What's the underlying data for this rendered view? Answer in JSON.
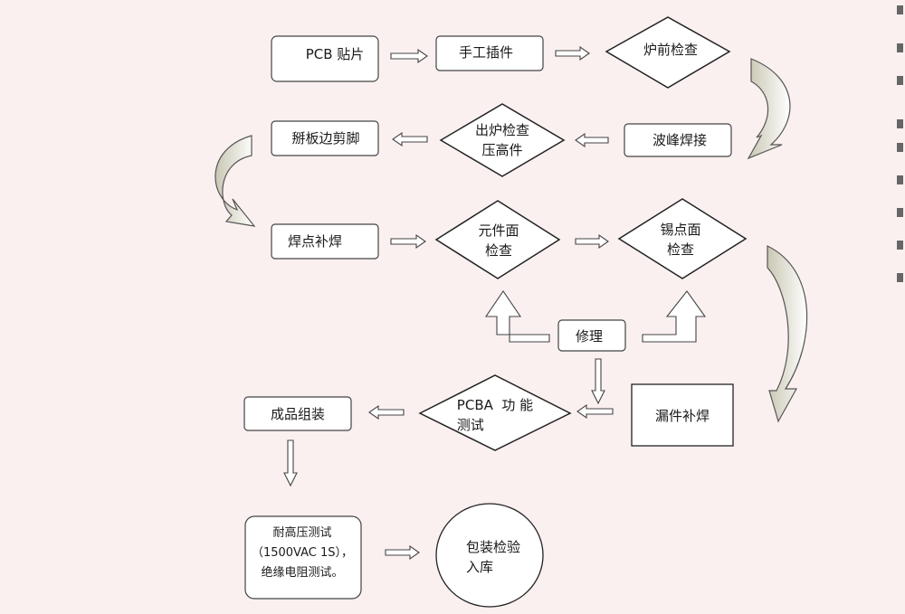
{
  "diagram": {
    "nodes": {
      "pcb_smt": "PCB 贴片",
      "manual_insert": "手工插件",
      "pre_oven_check": "炉前检查",
      "wave_solder": "波峰焊接",
      "post_oven_check": "出炉检查\n压高件",
      "split_cut_legs": "掰板边剪脚",
      "solder_touchup": "焊点补焊",
      "component_side_check": "元件面\n检查",
      "solder_side_check": "锡点面\n检查",
      "repair": "修理",
      "missed_touchup": "漏件补焊",
      "pcba_function_test": "PCBA  功 能\n测试",
      "final_assembly": "成品组装",
      "hipot_test": "耐高压测试\n（1500VAC 1S），\n绝缘电阻测试。",
      "pack_store": "包装检验\n入库"
    }
  }
}
